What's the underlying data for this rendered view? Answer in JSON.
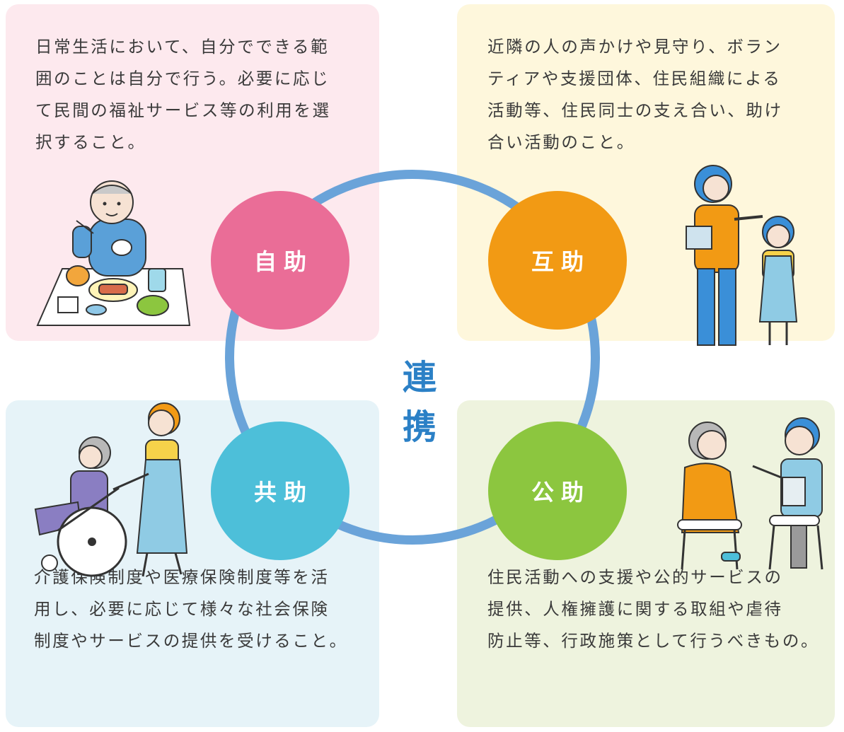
{
  "center_label": "連　携",
  "quadrants": {
    "self_help": {
      "label": "自助",
      "description": "日常生活において、自分でできる範\n囲のことは自分で行う。必要に応じ\nて民間の福祉サービス等の利用を選\n択すること。",
      "color": "#ea6d97",
      "panel_color": "#fde9ee"
    },
    "mutual_help": {
      "label": "互助",
      "description": "近隣の人の声かけや見守り、ボラン\nティアや支援団体、住民組織による\n活動等、住民同士の支え合い、助け\n合い活動のこと。",
      "color": "#f29a14",
      "panel_color": "#fef7dc"
    },
    "co_help": {
      "label": "共助",
      "description": "介護保険制度や医療保険制度等を活\n用し、必要に応じて様々な社会保険\n制度やサービスの提供を受けること。",
      "color": "#4dbfd9",
      "panel_color": "#e6f3f8"
    },
    "public_help": {
      "label": "公助",
      "description": "住民活動への支援や公的サービスの\n提供、人権擁護に関する取組や虐待\n防止等、行政施策として行うべきもの。",
      "color": "#8cc63f",
      "panel_color": "#eef3de"
    }
  },
  "ring_color": "#6aa3d9",
  "center_color": "#2b80c6",
  "illustrations": {
    "self_help": "elderly-man-eating-icon",
    "mutual_help": "neighbor-with-child-icon",
    "co_help": "caregiver-with-wheelchair-icon",
    "public_help": "official-consulting-resident-icon"
  }
}
